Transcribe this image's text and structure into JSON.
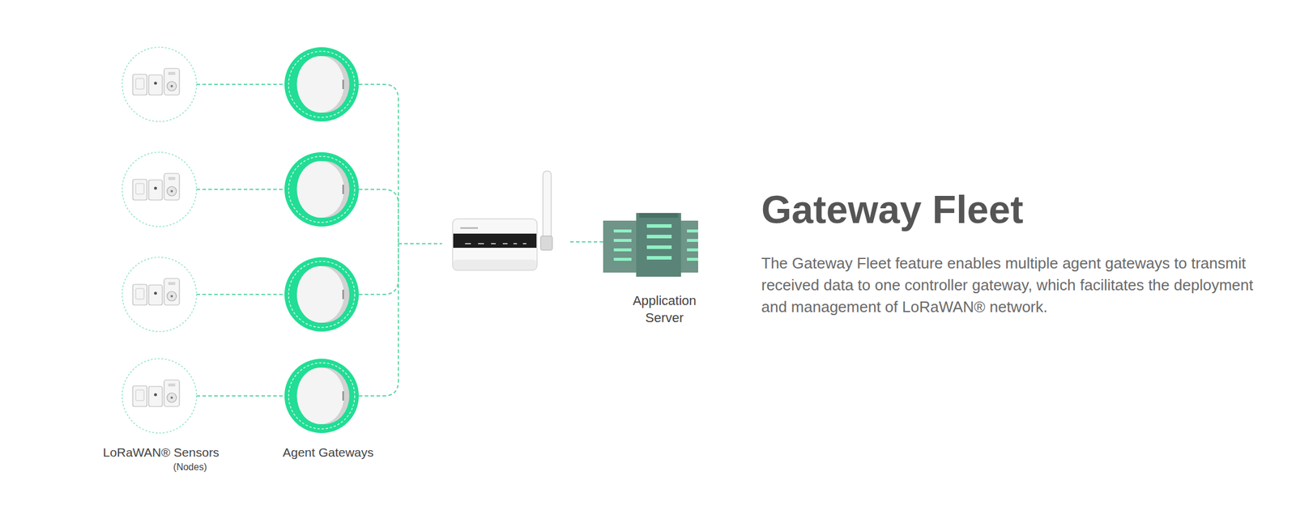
{
  "diagram": {
    "title": "Gateway Fleet",
    "caption": "The Gateway Fleet feature enables multiple agent gateways to transmit received data to one controller gateway, which facilitates the deployment and management of LoRaWAN® network.",
    "nodes": [
      {
        "text": [
          "Application Server"
        ]
      }
    ],
    "labels": [
      "LoRaWAN® Sensors",
      "(Nodes)",
      "Agent Gateways"
    ]
  }
}
